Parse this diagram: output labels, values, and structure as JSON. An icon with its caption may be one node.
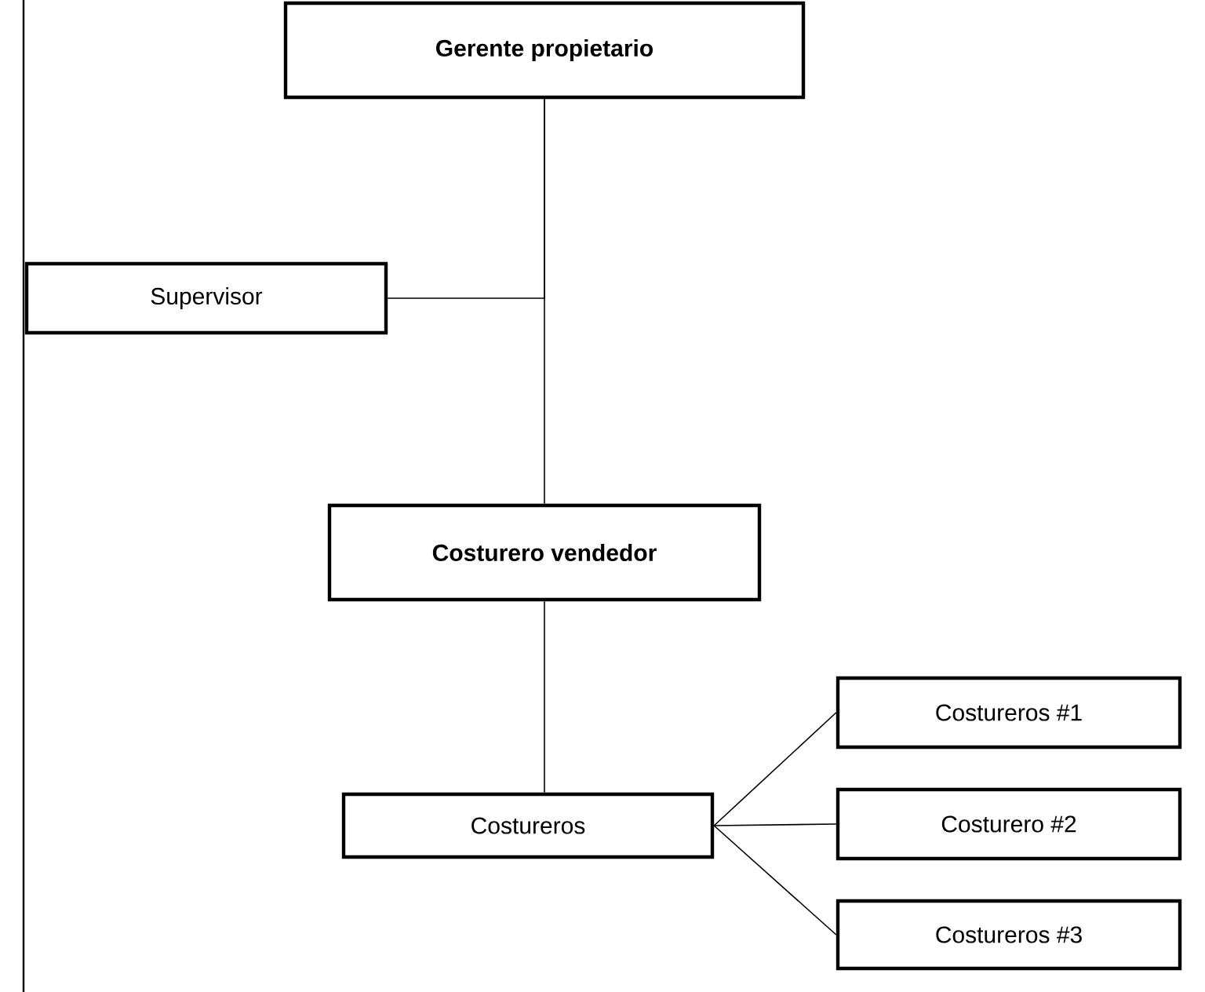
{
  "diagram": {
    "nodes": [
      {
        "text": [
          "Gerente propietario"
        ]
      },
      {
        "text": [
          "Supervisor"
        ]
      },
      {
        "text": [
          "Costurero vendedor"
        ]
      },
      {
        "text": [
          "Costureros"
        ]
      },
      {
        "text": [
          "Costureros #1"
        ]
      },
      {
        "text": [
          "Costurero #2"
        ]
      },
      {
        "text": [
          "Costureros #3"
        ]
      }
    ],
    "edges": [
      {
        "from": 0,
        "to": 1,
        "arrow": "none"
      },
      {
        "from": 0,
        "to": 2,
        "arrow": "none"
      },
      {
        "from": 2,
        "to": 3,
        "arrow": "none"
      },
      {
        "from": 3,
        "to": 4,
        "arrow": "none"
      },
      {
        "from": 3,
        "to": 5,
        "arrow": "none"
      },
      {
        "from": 3,
        "to": 6,
        "arrow": "none"
      }
    ]
  }
}
